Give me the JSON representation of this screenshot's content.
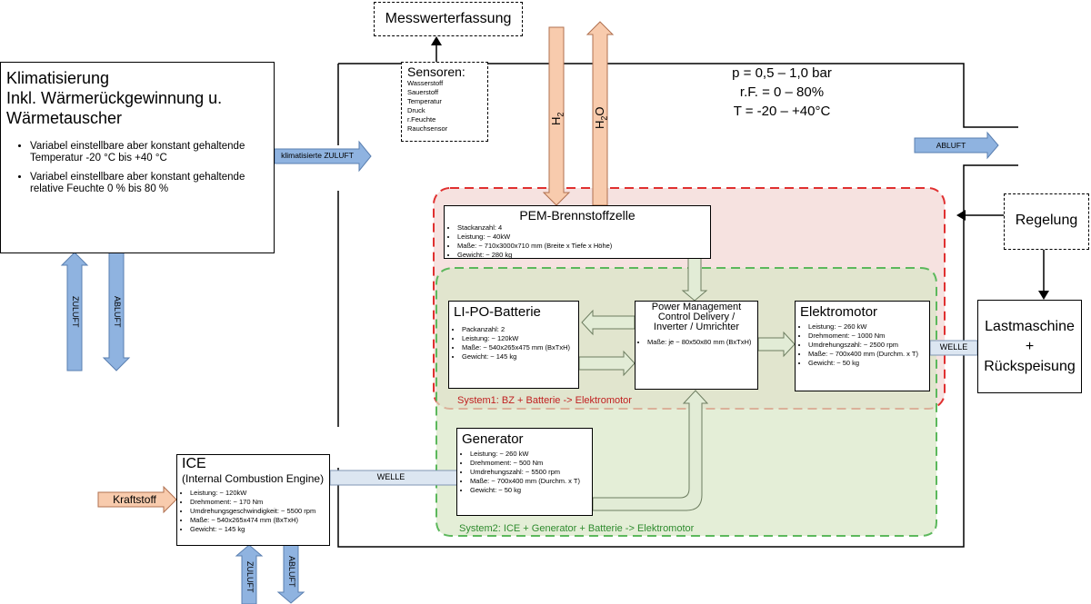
{
  "klima": {
    "title_l1": "Klimatisierung",
    "title_l2": "Inkl. Wärmerückgewinnung u.",
    "title_l3": "Wärmetauscher",
    "items": [
      "Variabel einstellbare aber konstant gehaltende Temperatur -20 °C bis +40 °C",
      "Variabel einstellbare aber konstant gehaltende relative Feuchte 0 % bis 80 %"
    ]
  },
  "messwerterfassung": "Messwerterfassung",
  "sensoren": {
    "title": "Sensoren:",
    "items": [
      "Wasserstoff",
      "Sauerstoff",
      "Temperatur",
      "Druck",
      "r.Feuchte",
      "Rauchsensor"
    ]
  },
  "h2_label": "H",
  "h2_sub": "2",
  "h2o_label_h": "H",
  "h2o_label_sub": "2",
  "h2o_label_o": "O",
  "conditions": {
    "p": "p = 0,5 – 1,0 bar",
    "rf": "r.F. = 0 – 80%",
    "t": "T = -20 – +40°C"
  },
  "arrows": {
    "zuluft_klima": "klimatisierte ZULUFT",
    "abluft_right": "ABLUFT",
    "zuluft": "ZULUFT",
    "abluft": "ABLUFT",
    "welle": "WELLE",
    "kraftstoff": "Kraftstoff"
  },
  "regelung": "Regelung",
  "lastmaschine": {
    "l1": "Lastmaschine",
    "l2": "+",
    "l3": "Rückspeisung"
  },
  "pem": {
    "title": "PEM-Brennstoffzelle",
    "items": [
      "Stackanzahl: 4",
      "Leistung: ~ 40kW",
      "Maße: ~ 710x3000x710 mm (Breite x Tiefe x Höhe)",
      "Gewicht: ~ 280 kg"
    ]
  },
  "batterie": {
    "title": "LI-PO-Batterie",
    "items": [
      "Packanzahl: 2",
      "Leistung: ~ 120kW",
      "Maße: ~ 540x265x475 mm (BxTxH)",
      "Gewicht: ~ 145 kg"
    ]
  },
  "pmcd": {
    "title_l1": "Power Management",
    "title_l2": "Control Delivery /",
    "title_l3": "Inverter / Umrichter",
    "items": [
      "Maße: je ~ 80x50x80 mm (BxTxH)"
    ]
  },
  "elektromotor": {
    "title": "Elektromotor",
    "items": [
      "Leistung: ~ 260 kW",
      "Drehmoment: ~ 1000 Nm",
      "Umdrehungszahl: ~ 2500 rpm",
      "Maße: ~ 700x400 mm (Durchm. x T)",
      "Gewicht: ~ 50 kg"
    ]
  },
  "generator": {
    "title": "Generator",
    "items": [
      "Leistung: ~ 260 kW",
      "Drehmoment: ~ 500 Nm",
      "Umdrehungszahl: ~ 5500 rpm",
      "Maße: ~ 700x400 mm (Durchm. x T)",
      "Gewicht: ~ 50 kg"
    ]
  },
  "ice": {
    "title": "ICE",
    "subtitle": "(Internal Combustion Engine)",
    "items": [
      "Leistung: ~ 120kW",
      "Drehmoment: ~ 170 Nm",
      "Umdrehungsgeschwindigkeit: ~ 5500 rpm",
      "Maße: ~ 540x265x474 mm (BxTxH)",
      "Gewicht: ~ 145 kg"
    ]
  },
  "system1": "System1: BZ + Batterie -> Elektromotor",
  "system2": "System2: ICE + Generator + Batterie -> Elektromotor",
  "colors": {
    "air_arrow": "#8fb3e0",
    "gas_arrow": "#f8cbad",
    "system1_border": "#e03030",
    "system1_fill": "#f6e2e0",
    "system2_border": "#5cb85c",
    "system2_fill": "#d9e7c6",
    "shaft": "#dce6f1",
    "internal_arrow": "#e2ecd6"
  }
}
